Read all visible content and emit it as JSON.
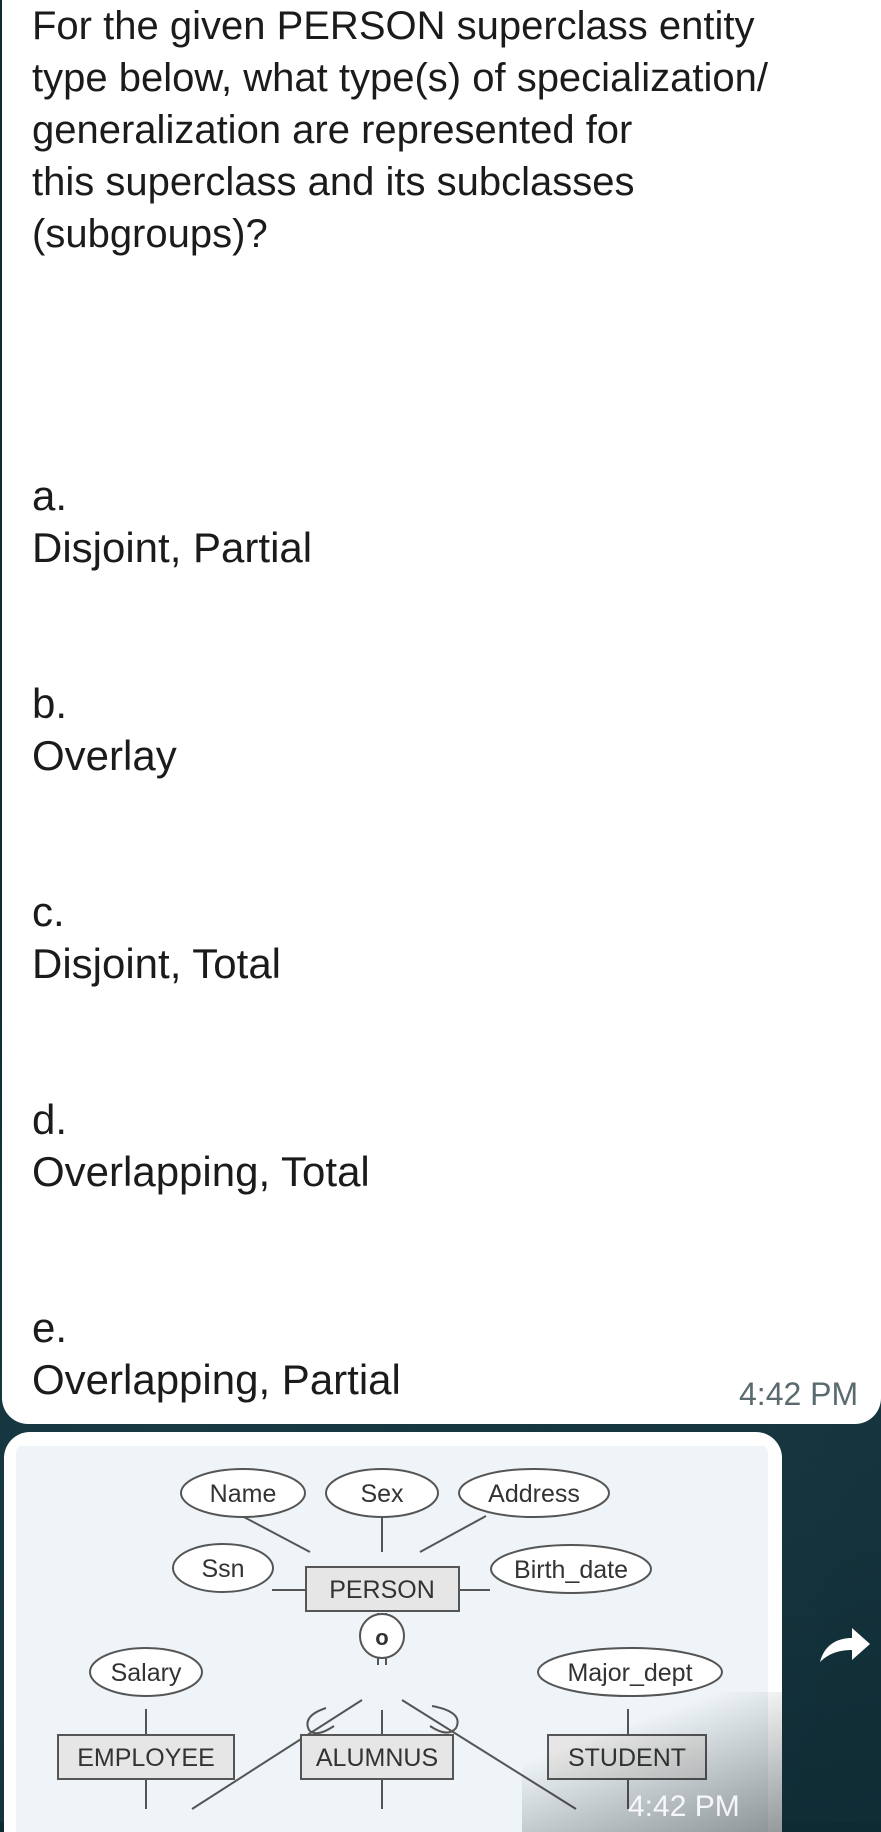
{
  "message": {
    "question": "For the given PERSON superclass entity type below, what type(s) of specialization/ generalization are represented for this superclass and its subclasses (subgroups)?",
    "question_lines": [
      "For the given PERSON superclass entity",
      "type below, what type(s) of specialization/",
      "generalization are represented for",
      "this superclass and its subclasses",
      "(subgroups)?"
    ],
    "options": [
      {
        "letter": "a.",
        "text": "Disjoint, Partial"
      },
      {
        "letter": "b.",
        "text": "Overlay"
      },
      {
        "letter": "c.",
        "text": "Disjoint, Total"
      },
      {
        "letter": "d.",
        "text": "Overlapping, Total"
      },
      {
        "letter": "e.",
        "text": "Overlapping, Partial"
      }
    ],
    "timestamp": "4:42 PM"
  },
  "image_message": {
    "timestamp": "4:42 PM",
    "diagram": {
      "superclass": "PERSON",
      "attributes": [
        "Name",
        "Sex",
        "Address",
        "Ssn",
        "Birth_date"
      ],
      "specialization_symbol": "o",
      "subclasses": [
        {
          "name": "EMPLOYEE",
          "attribute": "Salary"
        },
        {
          "name": "ALUMNUS",
          "attribute": ""
        },
        {
          "name": "STUDENT",
          "attribute": "Major_dept"
        }
      ]
    }
  },
  "icons": {
    "forward": "forward-arrow-icon"
  },
  "colors": {
    "background": "#0e2a33",
    "bubble": "#ffffff",
    "timestamp": "#5a6b70",
    "diagram_box": "#e6e6e6"
  }
}
